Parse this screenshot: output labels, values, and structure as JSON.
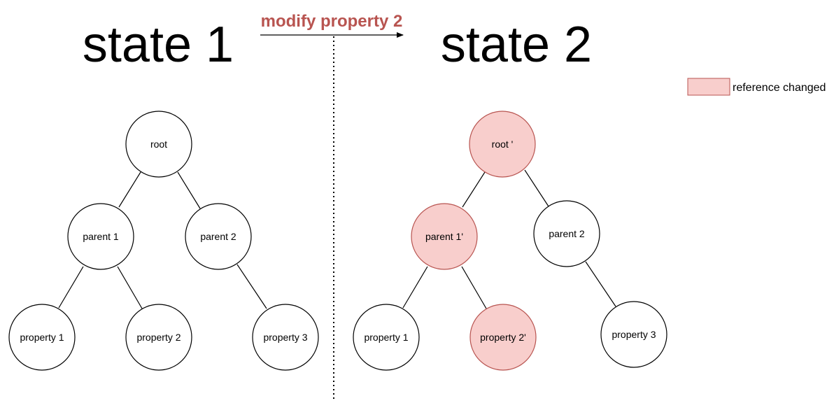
{
  "state1": {
    "title": "state 1",
    "nodes": {
      "root": "root",
      "parent1": "parent 1",
      "parent2": "parent 2",
      "prop1": "property 1",
      "prop2": "property 2",
      "prop3": "property 3"
    }
  },
  "action": {
    "label": "modify property 2",
    "color": "#b85450"
  },
  "state2": {
    "title": "state 2",
    "nodes": {
      "root": "root '",
      "parent1": "parent 1'",
      "parent2": "parent 2",
      "prop1": "property 1",
      "prop2": "property 2'",
      "prop3": "property 3"
    },
    "changed": [
      "root",
      "parent1",
      "prop2"
    ]
  },
  "legend": {
    "label": "reference changed",
    "fill": "#f8cecc",
    "stroke": "#b85450"
  },
  "colors": {
    "node_fill": "#ffffff",
    "node_stroke": "#000000",
    "changed_fill": "#f8cecc",
    "changed_stroke": "#b85450"
  }
}
